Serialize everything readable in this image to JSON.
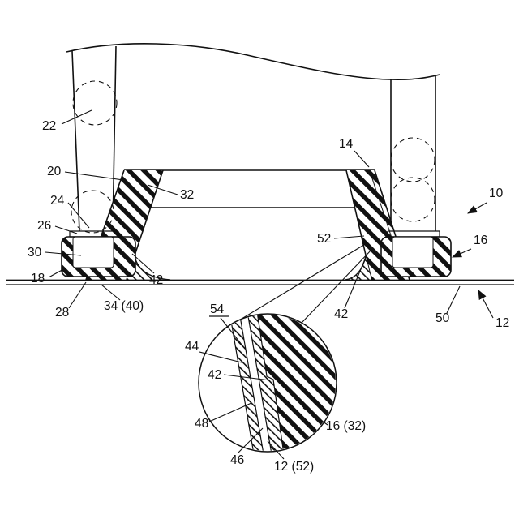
{
  "figure": {
    "type": "patent-cross-section-drawing",
    "colors": {
      "line": "#111111",
      "background": "#ffffff"
    },
    "labels": {
      "n22": "22",
      "n20": "20",
      "n24": "24",
      "n26": "26",
      "n30": "30",
      "n18": "18",
      "n28": "28",
      "n34": "34 (40)",
      "n32": "32",
      "n42_left": "42",
      "n14": "14",
      "n52": "52",
      "n10": "10",
      "n16": "16",
      "n42_right": "42",
      "n50": "50",
      "n12": "12",
      "d54": "54",
      "d44": "44",
      "d42": "42",
      "d48": "48",
      "d46": "46",
      "d12": "12 (52)",
      "d16": "16 (32)"
    }
  }
}
